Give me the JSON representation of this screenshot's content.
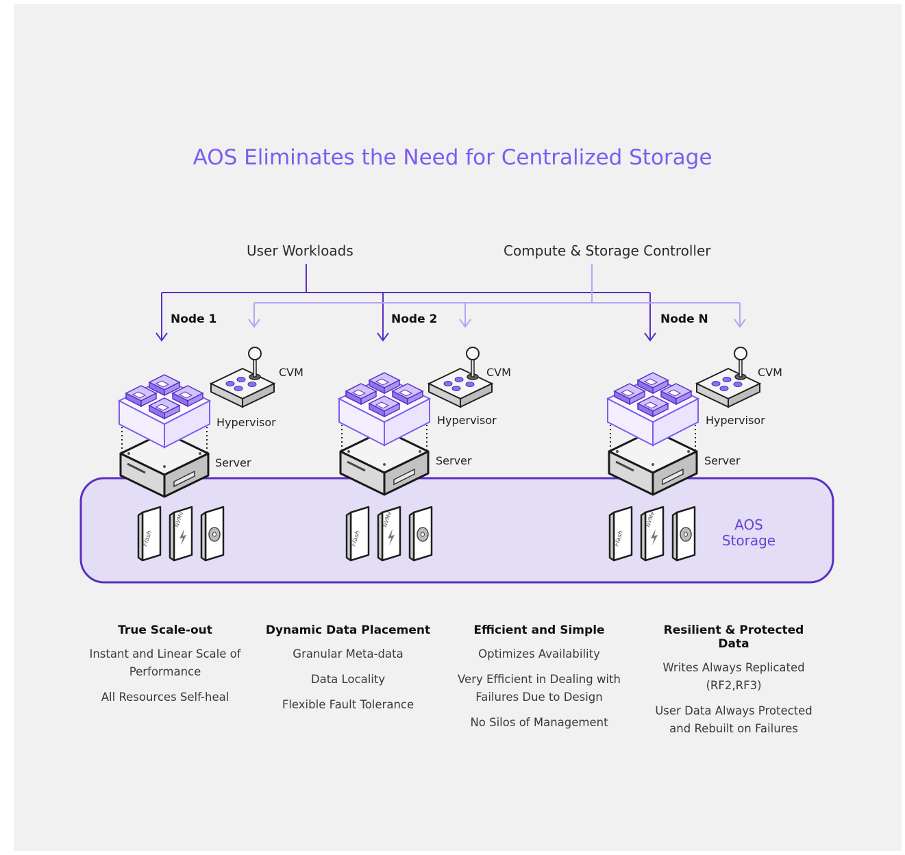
{
  "title": "AOS Eliminates the Need for Centralized Storage",
  "top_labels": {
    "user_workloads": "User Workloads",
    "controller": "Compute & Storage Controller"
  },
  "nodes": [
    {
      "name": "Node 1",
      "cvm": "CVM",
      "hypervisor": "Hypervisor",
      "server": "Server"
    },
    {
      "name": "Node 2",
      "cvm": "CVM",
      "hypervisor": "Hypervisor",
      "server": "Server"
    },
    {
      "name": "Node N",
      "cvm": "CVM",
      "hypervisor": "Hypervisor",
      "server": "Server"
    }
  ],
  "drive_labels": {
    "flash": "Flash",
    "nvme": "NVMe"
  },
  "storage_label": "AOS Storage",
  "features": [
    {
      "heading": "True Scale-out",
      "items": [
        "Instant and Linear Scale of Performance",
        "All Resources Self-heal"
      ]
    },
    {
      "heading": "Dynamic Data Placement",
      "items": [
        "Granular Meta-data",
        "Data Locality",
        "Flexible Fault Tolerance"
      ]
    },
    {
      "heading": "Efficient and Simple",
      "items": [
        "Optimizes Availability",
        "Very Efficient in Dealing with Failures Due to Design",
        "No Silos of Management"
      ]
    },
    {
      "heading": "Resilient & Protected Data",
      "items": [
        "Writes Always Replicated (RF2,RF3)",
        "User Data Always Protected and Rebuilt on Failures"
      ]
    }
  ],
  "colors": {
    "accent": "#7c5cf2",
    "purple_line": "#5a2fc2",
    "light_line": "#b9adf5",
    "storage_fill": "#e3ddf5",
    "vm_fill": "#c9bdf8"
  },
  "icons": [
    "vm-stack-icon",
    "joystick-icon",
    "server-icon",
    "flash-drive-icon",
    "nvme-drive-icon",
    "disk-drive-icon",
    "arrow-down-icon"
  ]
}
